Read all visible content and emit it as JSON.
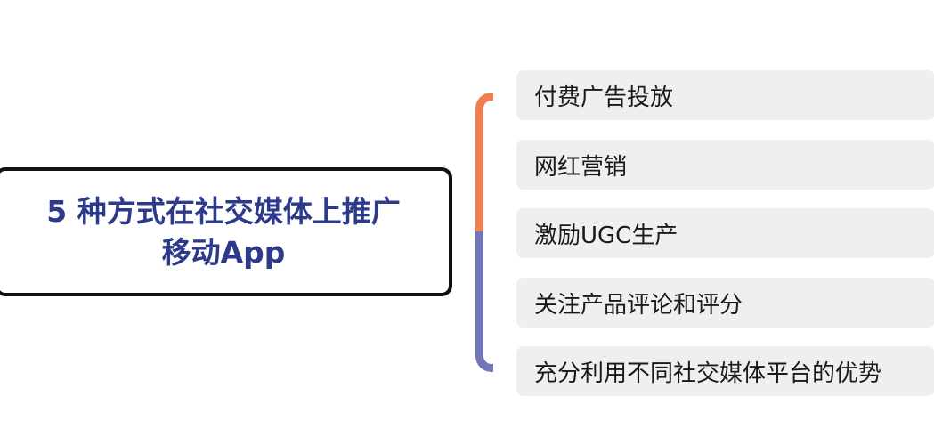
{
  "title": {
    "line1": "5 种方式在社交媒体上推广",
    "line2": "移动App"
  },
  "items": [
    {
      "label": "付费广告投放"
    },
    {
      "label": "网红营销"
    },
    {
      "label": "激励UGC生产"
    },
    {
      "label": "关注产品评论和评分"
    },
    {
      "label": "充分利用不同社交媒体平台的优势"
    }
  ],
  "colors": {
    "title_text": "#2d3a8c",
    "brace_upper": "#ef7f53",
    "brace_lower": "#7276b8",
    "item_background": "#efefef"
  }
}
